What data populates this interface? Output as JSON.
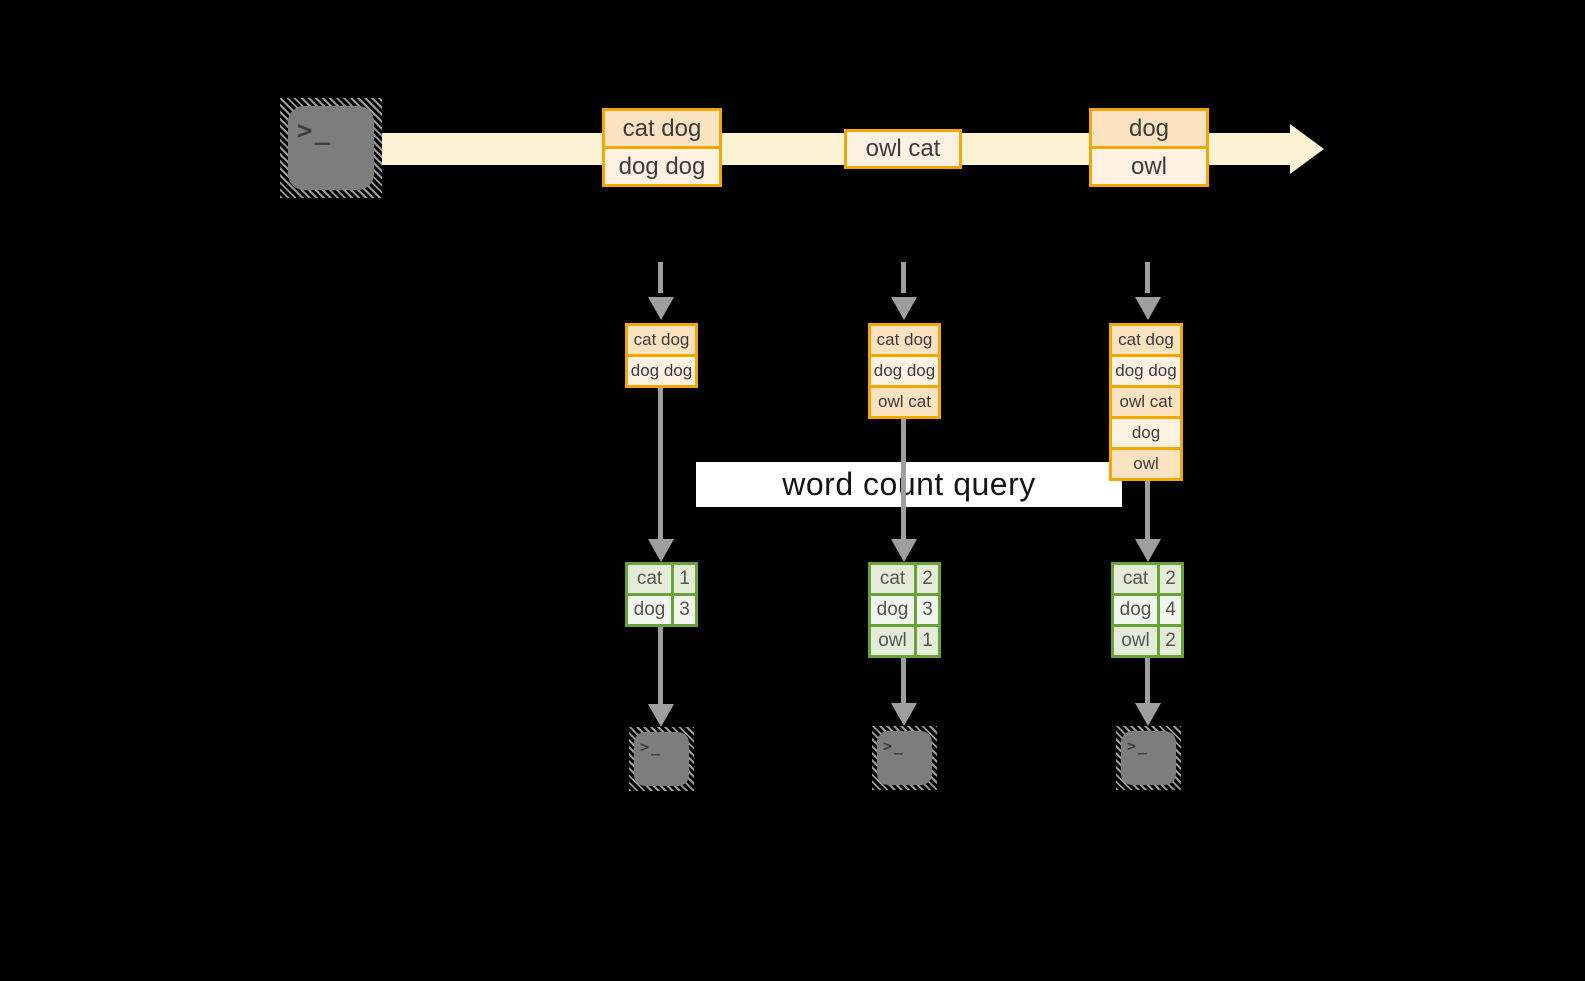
{
  "query_label": "word count query",
  "terminal_glyph": ">_",
  "colors": {
    "background": "#000000",
    "stream_band": "#fbf3d4",
    "orange_border": "#f2a702",
    "orange_fill_dark": "#fbe2c1",
    "orange_fill_light": "#fdf2e2",
    "green_border": "#6aa23a",
    "green_fill_dark": "#e4ecd9",
    "green_fill_light": "#f2f5ee",
    "arrow_gray": "#9e9e9e",
    "terminal_gray": "#7d7d7d",
    "query_band_bg": "#ffffff"
  },
  "stream_events": [
    {
      "rows": [
        "cat dog",
        "dog dog"
      ]
    },
    {
      "rows": [
        "owl cat"
      ]
    },
    {
      "rows": [
        "dog",
        "owl"
      ]
    }
  ],
  "buffers": [
    {
      "rows": [
        "cat dog",
        "dog dog"
      ]
    },
    {
      "rows": [
        "cat dog",
        "dog dog",
        "owl cat"
      ]
    },
    {
      "rows": [
        "cat dog",
        "dog dog",
        "owl cat",
        "dog",
        "owl"
      ]
    }
  ],
  "count_tables": [
    {
      "rows": [
        {
          "word": "cat",
          "count": "1"
        },
        {
          "word": "dog",
          "count": "3"
        }
      ]
    },
    {
      "rows": [
        {
          "word": "cat",
          "count": "2"
        },
        {
          "word": "dog",
          "count": "3"
        },
        {
          "word": "owl",
          "count": "1"
        }
      ]
    },
    {
      "rows": [
        {
          "word": "cat",
          "count": "2"
        },
        {
          "word": "dog",
          "count": "4"
        },
        {
          "word": "owl",
          "count": "2"
        }
      ]
    }
  ]
}
